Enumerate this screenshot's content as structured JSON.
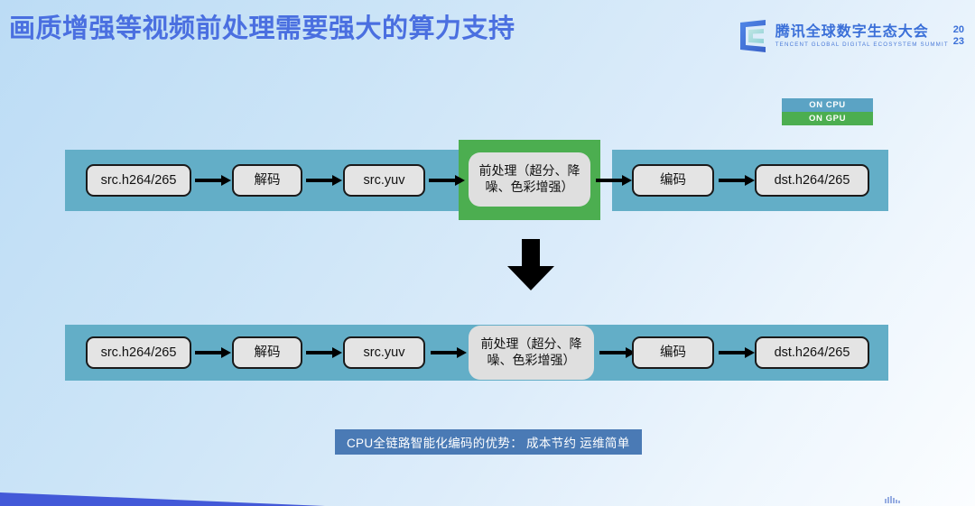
{
  "slide": {
    "title": "画质增强等视频前处理需要强大的算力支持",
    "background_top": "#bcdcf5",
    "background_bottom": "#fbfdff",
    "title_color": "#4a6fe0"
  },
  "logo": {
    "mark": "tencent-summit-logo-icon",
    "cn_name": "腾讯全球数字生态大会",
    "en_name": "TENCENT GLOBAL DIGITAL ECOSYSTEM SUMMIT",
    "year_top": "20",
    "year_bottom": "23",
    "color": "#3a6fd8"
  },
  "legend": {
    "items": [
      {
        "label": "ON CPU",
        "color": "#5ba3c4"
      },
      {
        "label": "ON GPU",
        "color": "#4cae50"
      }
    ]
  },
  "pipelines": [
    {
      "name": "gpu-preprocessing-pipeline",
      "band_color": "#63aec7",
      "highlight_color": "#4cae50",
      "nodes": [
        {
          "label": "src.h264/265",
          "on": "cpu"
        },
        {
          "label": "解码",
          "on": "cpu"
        },
        {
          "label": "src.yuv",
          "on": "cpu"
        },
        {
          "label": "前处理（超分、降噪、色彩增强）",
          "on": "gpu"
        },
        {
          "label": "编码",
          "on": "cpu"
        },
        {
          "label": "dst.h264/265",
          "on": "cpu"
        }
      ]
    },
    {
      "name": "all-cpu-pipeline",
      "band_color": "#63aec7",
      "nodes": [
        {
          "label": "src.h264/265",
          "on": "cpu"
        },
        {
          "label": "解码",
          "on": "cpu"
        },
        {
          "label": "src.yuv",
          "on": "cpu"
        },
        {
          "label": "前处理（超分、降噪、色彩增强）",
          "on": "cpu"
        },
        {
          "label": "编码",
          "on": "cpu"
        },
        {
          "label": "dst.h264/265",
          "on": "cpu"
        }
      ]
    }
  ],
  "transition": {
    "icon": "down-arrow-icon",
    "color": "#000000"
  },
  "caption": {
    "text": "CPU全链路智能化编码的优势： 成本节约 运维简单",
    "background": "#4a7ab5",
    "color": "#ffffff"
  },
  "decoration": {
    "wedge_color": "#4359d8",
    "mark": "bottom-right-mark-icon"
  }
}
